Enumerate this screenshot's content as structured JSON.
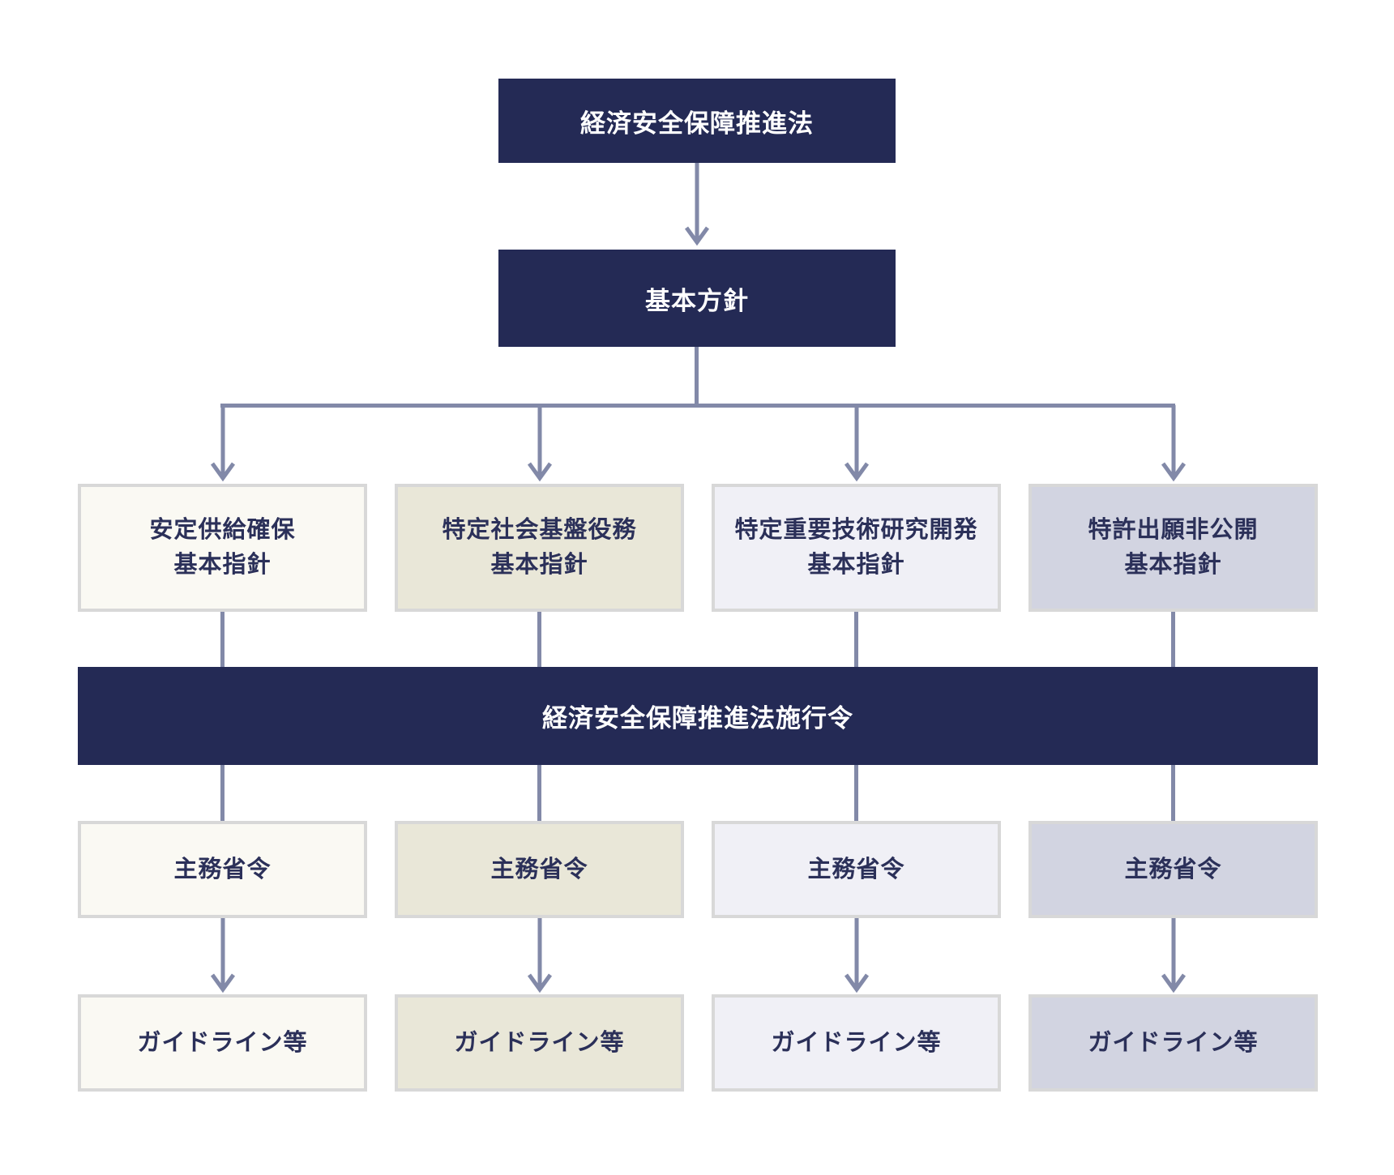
{
  "palette": {
    "navy": "#242a55",
    "connector": "#8289a8",
    "border": "#d8d8d8",
    "ink": "#2b3059",
    "background": "#ffffff",
    "col_fills": [
      "#faf9f3",
      "#e9e7d8",
      "#f0f0f6",
      "#d2d4e1"
    ]
  },
  "nodes": {
    "law": {
      "label": "経済安全保障推進法"
    },
    "basic_policy": {
      "label": "基本方針"
    },
    "enforcement_order": {
      "label": "経済安全保障推進法施行令"
    },
    "columns": [
      {
        "id": "stable-supply",
        "fill": "#faf9f3",
        "guideline_line1": "安定供給確保",
        "guideline_line2": "基本指針",
        "ministerial_ordinance": "主務省令",
        "guidelines_etc": "ガイドライン等"
      },
      {
        "id": "critical-infrastructure-services",
        "fill": "#e9e7d8",
        "guideline_line1": "特定社会基盤役務",
        "guideline_line2": "基本指針",
        "ministerial_ordinance": "主務省令",
        "guidelines_etc": "ガイドライン等"
      },
      {
        "id": "key-technology-rd",
        "fill": "#f0f0f6",
        "guideline_line1": "特定重要技術研究開発",
        "guideline_line2": "基本指針",
        "ministerial_ordinance": "主務省令",
        "guidelines_etc": "ガイドライン等"
      },
      {
        "id": "patent-nondisclosure",
        "fill": "#d2d4e1",
        "guideline_line1": "特許出願非公開",
        "guideline_line2": "基本指針",
        "ministerial_ordinance": "主務省令",
        "guidelines_etc": "ガイドライン等"
      }
    ]
  }
}
